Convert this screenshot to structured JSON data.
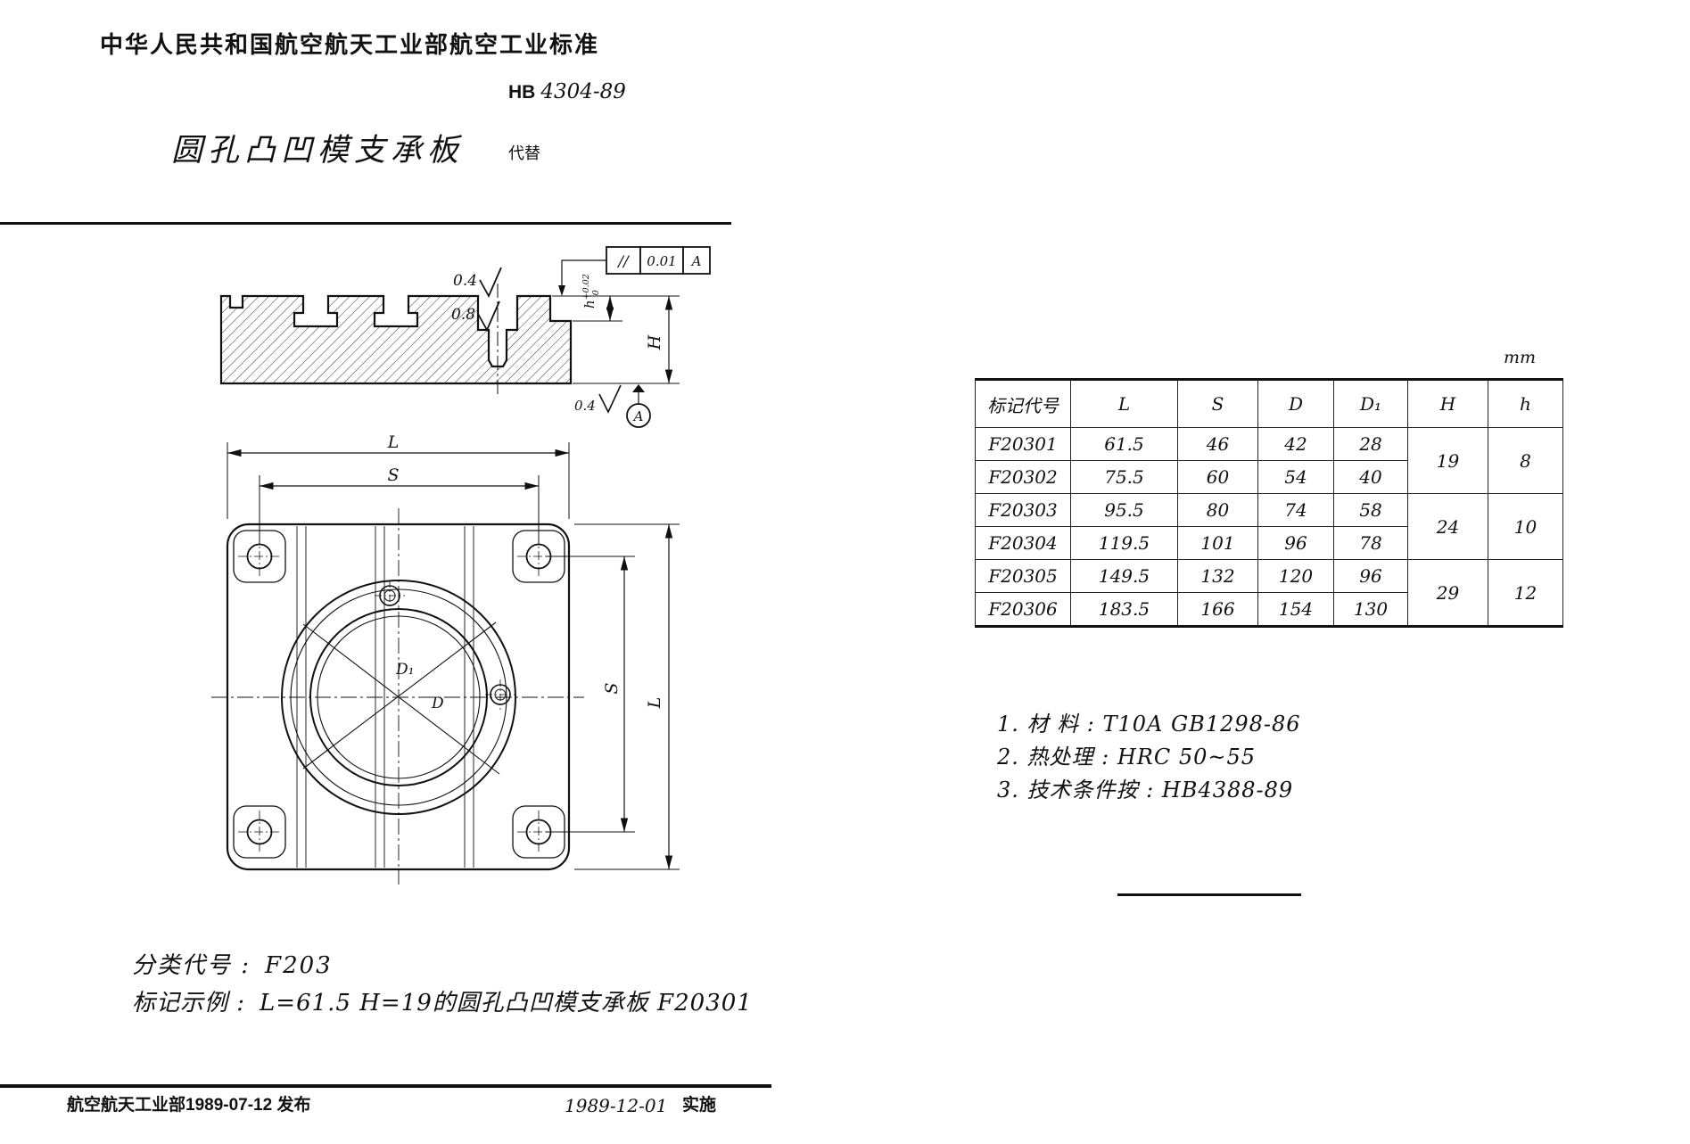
{
  "page": {
    "org_line": "中华人民共和国航空航天工业部航空工业标准",
    "std_prefix": "HB",
    "std_number": "4304-89",
    "title": "圆孔凸凹模支承板",
    "replaces": "代替"
  },
  "drawing": {
    "section": {
      "roughness_top": "0.4",
      "roughness_counterbore": "0.8",
      "parallelism_symbol": "//",
      "parallelism_value": "0.01",
      "parallelism_datum": "A",
      "dim_h_base": "h",
      "dim_h_sup": "+0.02",
      "dim_h_sub": "0",
      "dim_H": "H",
      "roughness_bottom": "0.4",
      "datum": "A"
    },
    "plan": {
      "dim_L_top": "L",
      "dim_S_top": "S",
      "dim_D1": "D₁",
      "dim_D": "D",
      "dim_S_right": "S",
      "dim_L_right": "L"
    }
  },
  "table": {
    "unit": "mm",
    "headers": [
      "标记代号",
      "L",
      "S",
      "D",
      "D₁",
      "H",
      "h"
    ],
    "rows": [
      [
        "F20301",
        "61.5",
        "46",
        "42",
        "28"
      ],
      [
        "F20302",
        "75.5",
        "60",
        "54",
        "40"
      ],
      [
        "F20303",
        "95.5",
        "80",
        "74",
        "58"
      ],
      [
        "F20304",
        "119.5",
        "101",
        "96",
        "78"
      ],
      [
        "F20305",
        "149.5",
        "132",
        "120",
        "96"
      ],
      [
        "F20306",
        "183.5",
        "166",
        "154",
        "130"
      ]
    ],
    "H_groups": [
      "19",
      "24",
      "29"
    ],
    "h_groups": [
      "8",
      "10",
      "12"
    ]
  },
  "notes": [
    {
      "text": "1. 材  料 :  T10A   GB1298-86"
    },
    {
      "text": "2. 热处理 :  HRC 50~55"
    },
    {
      "text": "3. 技术条件按 :  HB4388-89"
    }
  ],
  "bottom": {
    "class_label": "分类代号 :",
    "class_value": "F203",
    "example_label": "标记示例 :",
    "example_value": "L=61.5  H=19的圆孔凸凹模支承板  F20301"
  },
  "footer": {
    "issued": "航空航天工业部1989-07-12 发布",
    "impl_date": "1989-12-01",
    "impl_label": "实施"
  }
}
